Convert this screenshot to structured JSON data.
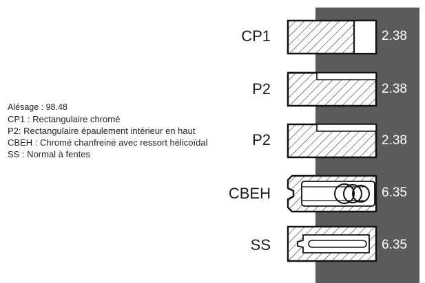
{
  "legend": {
    "bore": "Alésage : 98.48",
    "cp1": "CP1 : Rectangulaire chromé",
    "p2": "P2: Rectangulaire épaulement intérieur en haut",
    "cbeh": "CBEH : Chromé chanfreiné avec ressort hélicoïdal",
    "ss": "SS : Normal à fentes"
  },
  "rings": [
    {
      "code": "CP1",
      "width": "2.38"
    },
    {
      "code": "P2",
      "width": "2.38"
    },
    {
      "code": "P2",
      "width": "2.38"
    },
    {
      "code": "CBEH",
      "width": "6.35"
    },
    {
      "code": "SS",
      "width": "6.35"
    }
  ]
}
